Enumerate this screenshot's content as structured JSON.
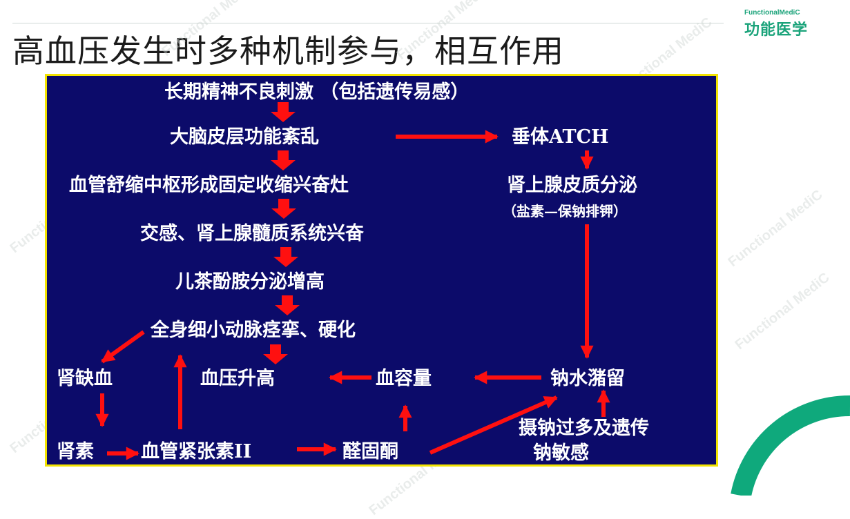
{
  "header": {
    "title": "高血压发生时多种机制参与，相互作用",
    "logo_en": "FunctionalMediC",
    "logo_cn": "功能医学"
  },
  "watermark_text": "Functional MediC",
  "diagram": {
    "nodes": {
      "chronic_stress": "长期精神不良刺激  （包括遗传易感）",
      "cortex_disorder": "大脑皮层功能紊乱",
      "vasomotor_center": "血管舒缩中枢形成固定收缩兴奋灶",
      "sympathetic": "交感、肾上腺髓质系统兴奋",
      "catecholamine": "儿茶酚胺分泌增高",
      "arteriole_spasm": "全身细小动脉痉挛、硬化",
      "pituitary_acth": "垂体ATCH",
      "adrenal_cortex": "肾上腺皮质分泌",
      "adrenal_note": "（盐素—保钠排钾）",
      "renal_ischemia": "肾缺血",
      "bp_rise": "血压升高",
      "blood_volume": "血容量",
      "sodium_retention": "钠水潴留",
      "renin": "肾素",
      "angiotensin": "血管紧张素II",
      "aldosterone": "醛固酮",
      "sodium_intake": "摄钠过多及遗传",
      "sodium_sensitive": "钠敏感"
    }
  },
  "colors": {
    "panel_bg": "#0c0b6a",
    "panel_border": "#f2e300",
    "arrow": "#ff1010",
    "node_text": "#ffffff",
    "brand": "#1aa37a"
  }
}
